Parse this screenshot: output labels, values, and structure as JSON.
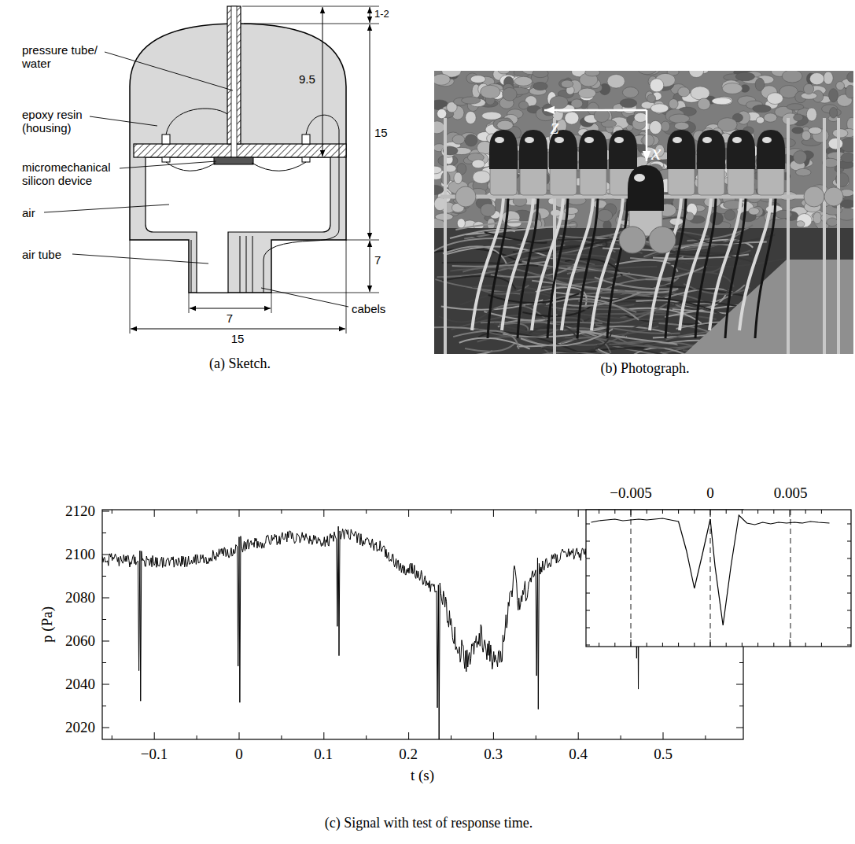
{
  "diagram": {
    "labels": [
      "pressure tube/ water",
      "epoxy resin (housing)",
      "micromechanical silicon device",
      "air",
      "air tube",
      "cabels",
      "1-2",
      "9.5",
      "15",
      "7",
      "7",
      "15",
      "(a) Sketch.",
      "z",
      "x",
      "(b) Photograph.",
      "2120",
      "2100",
      "2080",
      "2060",
      "2040",
      "2020",
      "−0.1",
      "0",
      "0.1",
      "0.2",
      "0.3",
      "0.4",
      "0.5",
      "t (s)",
      "p (Pa)",
      "−0.005",
      "0",
      "0.005",
      "(c) Signal with test of response time."
    ]
  }
}
